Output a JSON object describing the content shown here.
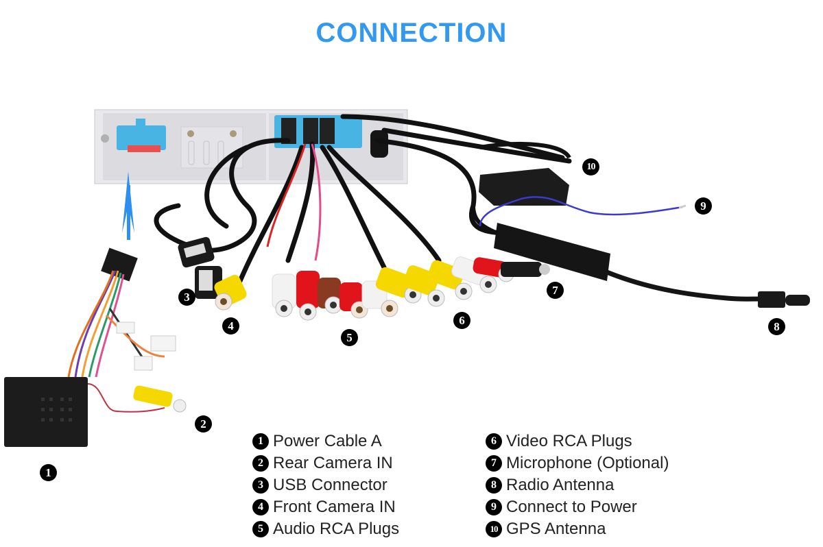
{
  "title": "CONNECTION",
  "colors": {
    "title": "#3399ee",
    "arrow": "#2d8ff0",
    "connector_blue": "#48b4e4",
    "rca_yellow": "#f5d800",
    "rca_red": "#e0141a",
    "rca_white": "#f2f2f2",
    "rca_brown": "#8b3a22",
    "power_wire": "#3a3ad0"
  },
  "callouts": [
    {
      "num": "1",
      "label": "Power Cable A"
    },
    {
      "num": "2",
      "label": "Rear Camera IN"
    },
    {
      "num": "3",
      "label": "USB Connector"
    },
    {
      "num": "4",
      "label": "Front Camera IN"
    },
    {
      "num": "5",
      "label": "Audio RCA Plugs"
    },
    {
      "num": "6",
      "label": "Video RCA Plugs"
    },
    {
      "num": "7",
      "label": "Microphone (Optional)"
    },
    {
      "num": "8",
      "label": "Radio Antenna"
    },
    {
      "num": "9",
      "label": "Connect to Power"
    },
    {
      "num": "10",
      "label": "GPS Antenna"
    }
  ]
}
